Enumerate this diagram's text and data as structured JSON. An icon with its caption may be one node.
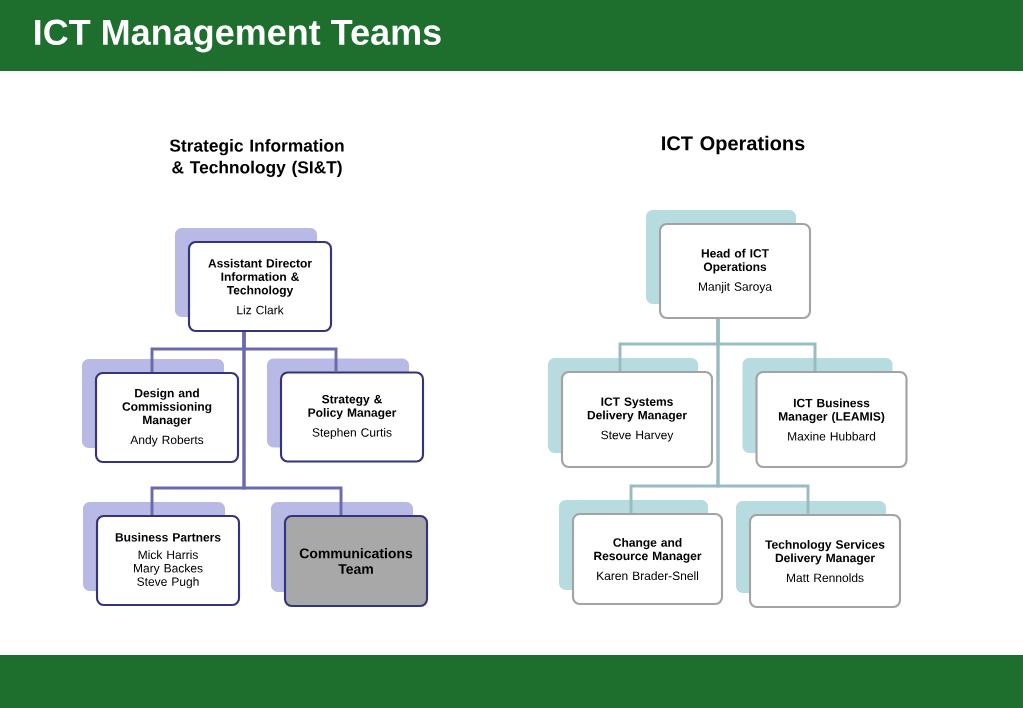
{
  "diagram": {
    "title": "ICT Management Teams",
    "nodes": [
      {
        "text": [
          "Assistant Director Information & Technology",
          "Liz Clark"
        ]
      },
      {
        "text": [
          "Design and Commissioning Manager",
          "Andy Roberts"
        ]
      },
      {
        "text": [
          "Strategy & Policy Manager",
          "Stephen Curtis"
        ]
      },
      {
        "text": [
          "Business Partners",
          "Mick Harris",
          "Mary Backes",
          "Steve Pugh"
        ]
      },
      {
        "text": [
          "Communications Team"
        ]
      },
      {
        "text": [
          "Head of ICT Operations",
          "Manjit Saroya"
        ]
      },
      {
        "text": [
          "ICT Systems Delivery Manager",
          "Steve Harvey"
        ]
      },
      {
        "text": [
          "ICT Business Manager (LEAMIS)",
          "Maxine Hubbard"
        ]
      },
      {
        "text": [
          "Change and Resource Manager",
          "Karen Brader-Snell"
        ]
      },
      {
        "text": [
          "Technology Services Delivery Manager",
          "Matt Rennolds"
        ]
      }
    ],
    "edges": [
      {
        "from": 0,
        "to": 1,
        "arrow": "none"
      },
      {
        "from": 0,
        "to": 2,
        "arrow": "none"
      },
      {
        "from": 0,
        "to": 3,
        "arrow": "none"
      },
      {
        "from": 0,
        "to": 4,
        "arrow": "none"
      },
      {
        "from": 5,
        "to": 6,
        "arrow": "none"
      },
      {
        "from": 5,
        "to": 7,
        "arrow": "none"
      },
      {
        "from": 5,
        "to": 8,
        "arrow": "none"
      },
      {
        "from": 5,
        "to": 9,
        "arrow": "none"
      }
    ],
    "labels": [
      "Strategic Information & Technology (SI&T)",
      "ICT Operations"
    ]
  }
}
